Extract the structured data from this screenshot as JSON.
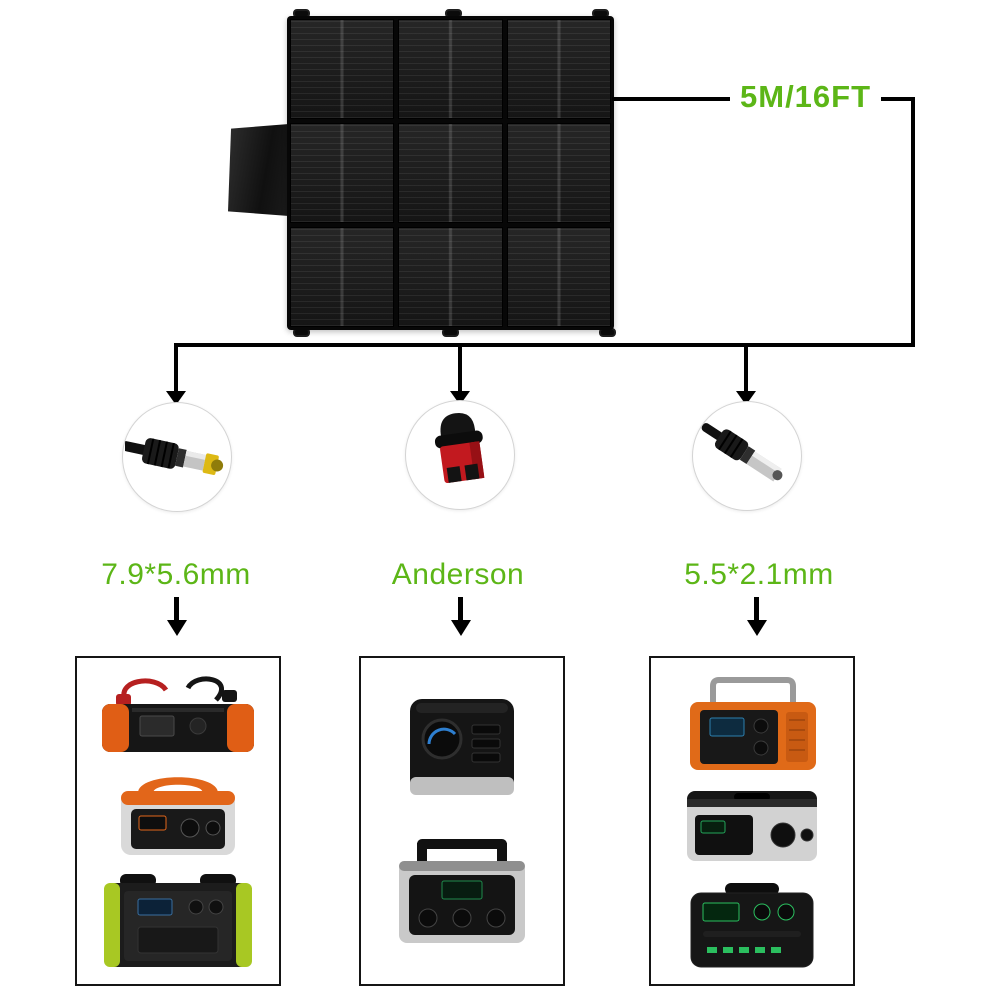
{
  "colors": {
    "accent_green": "#5cb617",
    "line_black": "#000000"
  },
  "solar_panel": {
    "icon": "foldable-solar-panel",
    "rows": 3,
    "cols": 3
  },
  "cable": {
    "length_label": "5M/16FT"
  },
  "branches": [
    {
      "label": "7.9*5.6mm",
      "connector_icon": "dc-plug-7-9x5-6-yellow-tip-icon",
      "devices": [
        "jump-starter-power-station-orange-black",
        "portable-power-station-orange-gray",
        "portable-power-station-black-lime"
      ]
    },
    {
      "label": "Anderson",
      "connector_icon": "anderson-connector-red-black-icon",
      "devices": [
        "portable-power-station-black-cube",
        "portable-power-station-silver-top-handle"
      ]
    },
    {
      "label": "5.5*2.1mm",
      "connector_icon": "dc-plug-5-5x2-1-silver-tip-icon",
      "devices": [
        "portable-power-station-orange-wire-handle",
        "portable-power-station-silver-aluminum",
        "portable-power-station-black-green"
      ]
    }
  ]
}
